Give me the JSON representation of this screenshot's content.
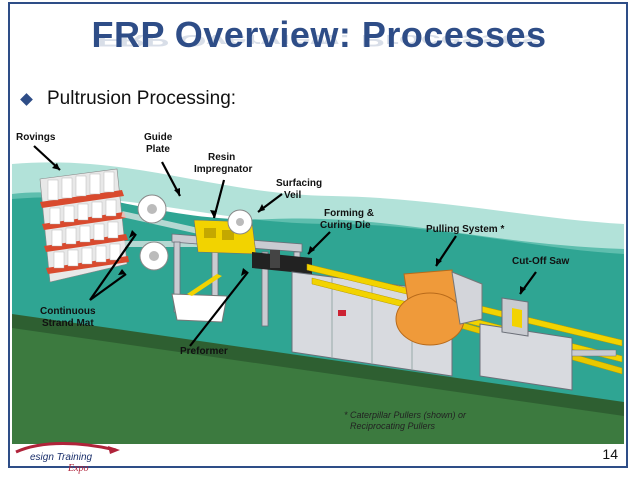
{
  "slide": {
    "title": "FRP Overview: Processes",
    "bullet": "Pultrusion Processing:",
    "page_number": "14"
  },
  "diagram": {
    "labels": {
      "rovings": "Rovings",
      "guide_plate_1": "Guide",
      "guide_plate_2": "Plate",
      "resin_1": "Resin",
      "resin_2": "Impregnator",
      "surfacing_1": "Surfacing",
      "surfacing_2": "Veil",
      "forming_1": "Forming &",
      "forming_2": "Curing Die",
      "pulling": "Pulling System *",
      "cutoff": "Cut-Off Saw",
      "strand_1": "Continuous",
      "strand_2": "Strand Mat",
      "preformer": "Preformer",
      "note_1": "* Caterpillar Pullers (shown) or",
      "note_2": "Reciprocating Pullers"
    }
  },
  "logo": {
    "line1": "esign Training",
    "line2": "Expo"
  },
  "colors": {
    "title": "#2e4d87",
    "teal_background": "#2fa593",
    "floor": "#3c7a3f",
    "yellow_profile": "#f2d300",
    "orange_puller": "#ef9a3a"
  }
}
